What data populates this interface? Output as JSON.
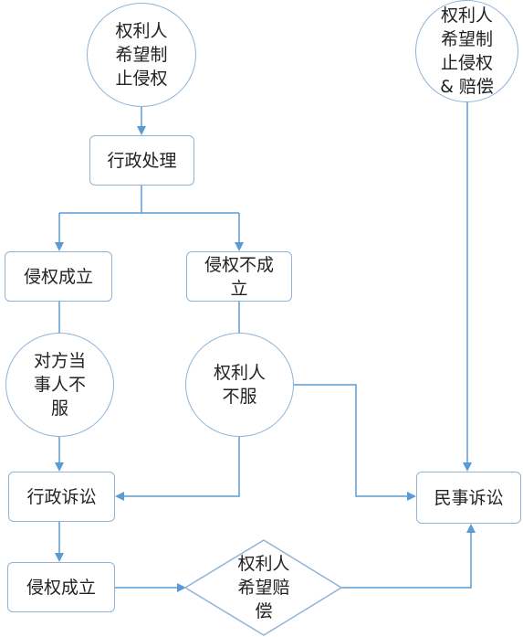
{
  "nodes": {
    "circle_stop": "权利人\n希望制\n止侵权",
    "circle_stop_comp": "权利人\n希望制\n止侵权\n& 赔偿",
    "admin_handling": "行政处理",
    "infringement_yes": "侵权成立",
    "infringement_no": "侵权不成\n立",
    "other_party_disagree": "对方当\n事人不\n服",
    "holder_disagree": "权利人\n不服",
    "admin_litigation": "行政诉讼",
    "civil_litigation": "民事诉讼",
    "infringement_yes_2": "侵权成立",
    "holder_wants_comp": "权利人\n希望赔\n偿"
  },
  "colors": {
    "line": "#5b9bd5",
    "border": "#8fb3d9"
  }
}
